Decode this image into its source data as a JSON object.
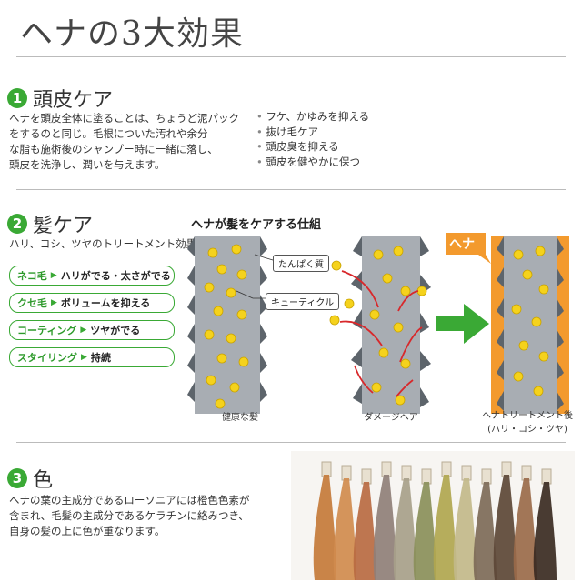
{
  "title": "ヘナの3大効果",
  "sections": {
    "s1": {
      "num": "1",
      "heading": "頭皮ケア",
      "paragraph": "ヘナを頭皮全体に塗ることは、ちょうど泥パック\nをするのと同じ。毛根についた汚れや余分\nな脂も施術後のシャンプー時に一緒に落し、\n頭皮を洗浄し、潤いを与えます。",
      "bullets": [
        "フケ、かゆみを抑える",
        "抜け毛ケア",
        "頭皮臭を抑える",
        "頭皮を健やかに保つ"
      ]
    },
    "s2": {
      "num": "2",
      "heading": "髪ケア",
      "subtitle": "ハリ、コシ、ツヤのトリートメント効果",
      "pills": [
        {
          "k": "ネコ毛",
          "v": "ハリがでる・太さがでる"
        },
        {
          "k": "クセ毛",
          "v": "ボリュームを抑える"
        },
        {
          "k": "コーティング",
          "v": "ツヤがでる"
        },
        {
          "k": "スタイリング",
          "v": "持続"
        }
      ],
      "diagram": {
        "title": "ヘナが髪をケアする仕組",
        "label_protein": "たんぱく質",
        "label_cuticle": "キューティクル",
        "henna_tag": "ヘナ",
        "cap_healthy": "健康な髪",
        "cap_damaged": "ダメージヘア",
        "cap_after_1": "ヘナトリートメント後",
        "cap_after_2": "(ハリ・コシ・ツヤ)"
      }
    },
    "s3": {
      "num": "3",
      "heading": "色",
      "paragraph": "ヘナの葉の主成分であるローソニアには橙色色素が\n含まれ、毛髪の主成分であるケラチンに絡みつき、\n自身の髪の上に色が重なります。"
    }
  },
  "colors": {
    "green": "#3aa935",
    "orange": "#f39a2e",
    "hair_gray": "#a8adb3",
    "cuticle": "#5d646b",
    "dot": "#f5d21c",
    "arrow_red": "#d8282b"
  },
  "hair_swatches": [
    "#c47a3a",
    "#d08b4e",
    "#b86a42",
    "#8f7f78",
    "#a7a08a",
    "#8a8f5a",
    "#b0a64f",
    "#c2b98a",
    "#7d6a58",
    "#5c4636",
    "#9a6a4a",
    "#3a2a22"
  ]
}
